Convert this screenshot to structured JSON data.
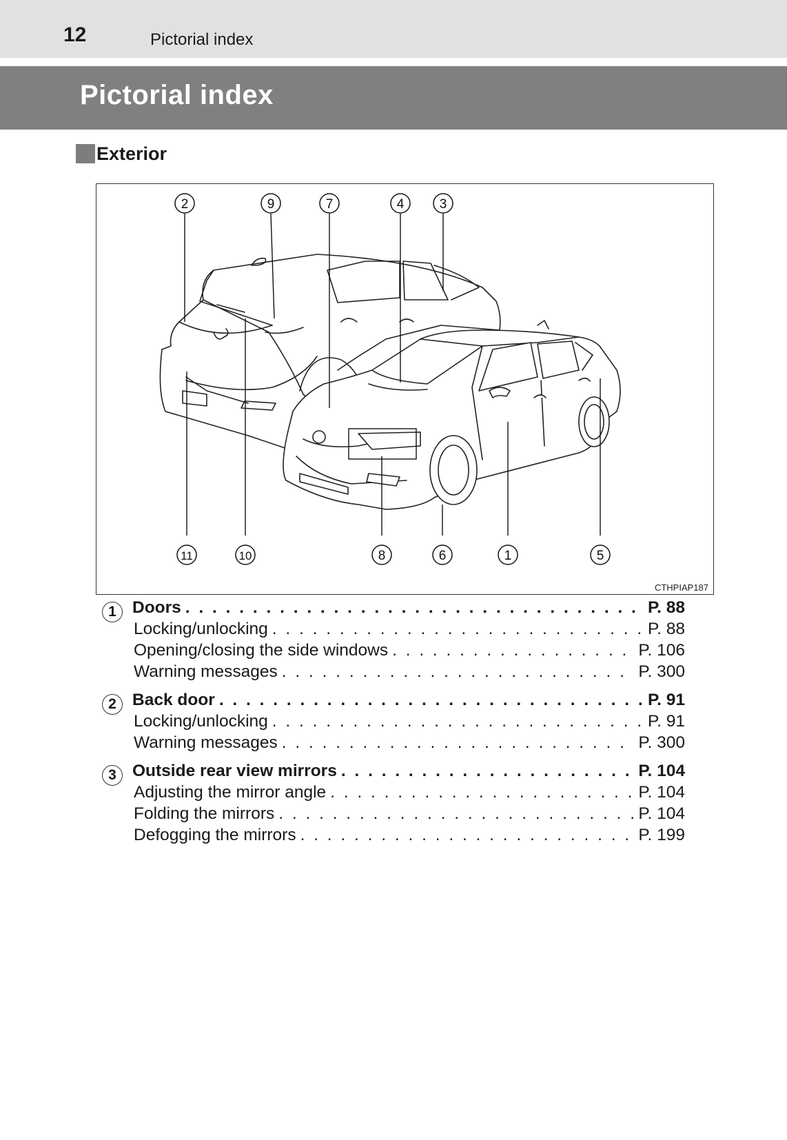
{
  "header": {
    "page_number": "12",
    "running_head": "Pictorial index"
  },
  "title": "Pictorial index",
  "section": {
    "label": "Exterior"
  },
  "figure": {
    "code": "CTHPIAP187",
    "top_callouts": [
      "2",
      "9",
      "7",
      "4",
      "3"
    ],
    "bottom_callouts": [
      "11",
      "10",
      "8",
      "6",
      "1",
      "5"
    ]
  },
  "entries": [
    {
      "number": "1",
      "label": "Doors",
      "page": "P. 88",
      "subitems": [
        {
          "label": "Locking/unlocking",
          "page": "P. 88"
        },
        {
          "label": "Opening/closing the side windows",
          "page": "P. 106"
        },
        {
          "label": "Warning messages",
          "page": "P. 300"
        }
      ]
    },
    {
      "number": "2",
      "label": "Back door",
      "page": "P. 91",
      "subitems": [
        {
          "label": "Locking/unlocking",
          "page": "P. 91"
        },
        {
          "label": "Warning messages",
          "page": "P. 300"
        }
      ]
    },
    {
      "number": "3",
      "label": "Outside rear view mirrors",
      "page": "P. 104",
      "subitems": [
        {
          "label": "Adjusting the mirror angle",
          "page": "P. 104"
        },
        {
          "label": "Folding the mirrors",
          "page": "P. 104"
        },
        {
          "label": "Defogging the mirrors",
          "page": "P. 199"
        }
      ]
    }
  ]
}
